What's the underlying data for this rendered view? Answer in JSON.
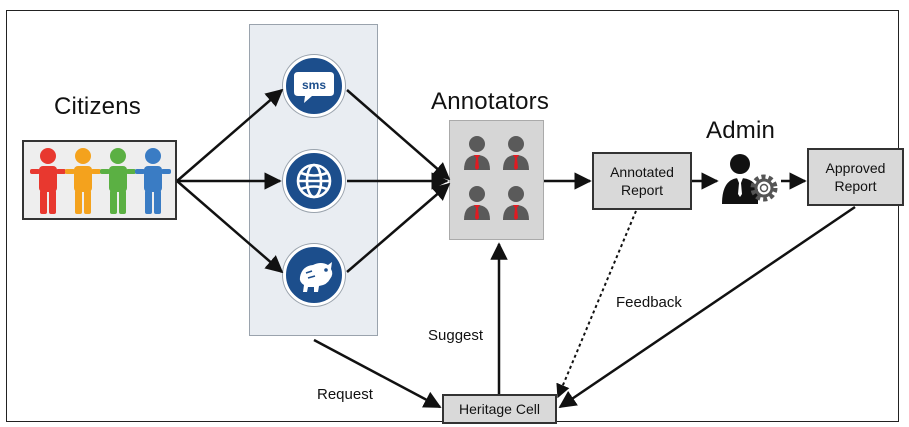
{
  "labels": {
    "citizens": "Citizens",
    "annotators": "Annotators",
    "admin": "Admin",
    "feedback": "Feedback",
    "suggest": "Suggest",
    "request": "Request"
  },
  "boxes": {
    "annotated_report_line1": "Annotated",
    "annotated_report_line2": "Report",
    "approved_report_line1": "Approved",
    "approved_report_line2": "Report",
    "heritage_cell": "Heritage Cell"
  },
  "icons": {
    "sms_text": "sms",
    "sms": "sms-bubble-icon",
    "web": "globe-icon",
    "other": "animal-logo-icon",
    "admin": "admin-gear-icon",
    "annotator": "person-icon"
  },
  "colors": {
    "channel_circle": "#1c4e8c",
    "person_red": "#e8382f",
    "person_orange": "#f4a21d",
    "person_green": "#5bb043",
    "person_blue": "#3a7cc4",
    "box_fill": "#d9d9d9"
  }
}
